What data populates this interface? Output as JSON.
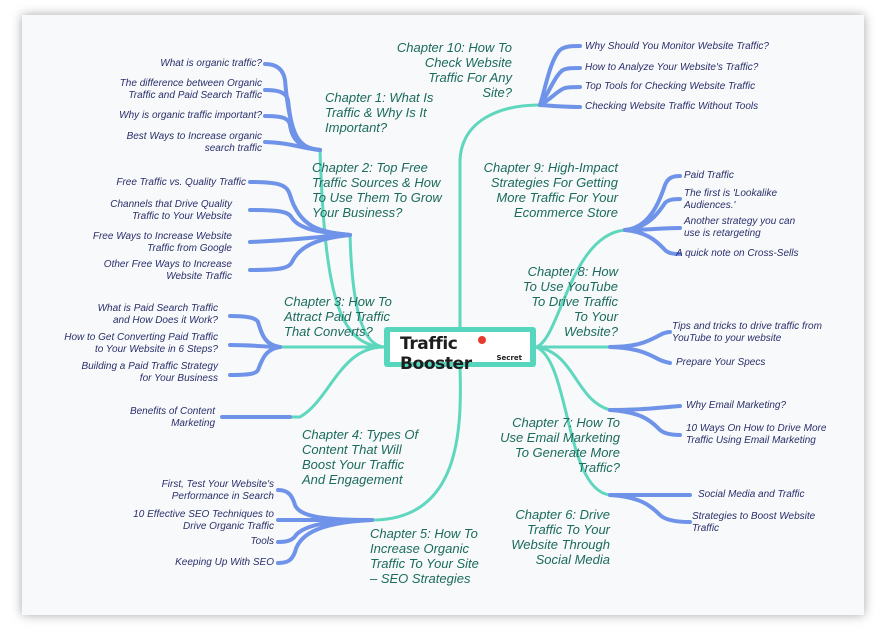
{
  "colors": {
    "branch": "#5fd7be",
    "leaf": "#6f93e8",
    "chapter_text": "#1c6b5d",
    "leaf_text": "#2b2f6b"
  },
  "center": {
    "title": "Traffic Booster",
    "subtitle": "Secret"
  },
  "chapters": {
    "ch1": {
      "label": "Chapter 1: What Is\nTraffic & Why Is It\nImportant?",
      "items": [
        "What is organic traffic?",
        "The difference between Organic\nTraffic and Paid Search Traffic",
        "Why is organic traffic important?",
        "Best Ways to Increase organic\nsearch traffic"
      ]
    },
    "ch2": {
      "label": "Chapter 2: Top Free\nTraffic Sources & How\nTo Use Them To Grow\nYour Business?",
      "items": [
        "Free Traffic vs. Quality Traffic",
        "Channels that Drive Quality\nTraffic to Your Website",
        "Free Ways to Increase Website\nTraffic from Google",
        "Other Free Ways to Increase\nWebsite Traffic"
      ]
    },
    "ch3": {
      "label": "Chapter 3: How To\nAttract Paid Traffic\nThat Converts?",
      "items": [
        "What is Paid Search Traffic\nand How Does it Work?",
        "How to Get Converting Paid Traffic\nto Your Website in 6 Steps?",
        "Building a Paid Traffic Strategy\nfor Your Business"
      ]
    },
    "ch4": {
      "label": "Chapter 4: Types Of\nContent That Will\nBoost Your Traffic\nAnd Engagement",
      "items": [
        "Benefits of Content\nMarketing"
      ]
    },
    "ch5": {
      "label": "Chapter 5: How To\nIncrease Organic\nTraffic To Your Site\n– SEO Strategies",
      "items": [
        "First, Test Your Website's\nPerformance in Search",
        "10 Effective SEO Techniques to\nDrive Organic Traffic",
        "Tools",
        "Keeping Up With SEO"
      ]
    },
    "ch6": {
      "label": "Chapter 6: Drive\nTraffic To Your\nWebsite Through\nSocial Media",
      "items": [
        "Social Media and Traffic",
        "Strategies to Boost Website\nTraffic"
      ]
    },
    "ch7": {
      "label": "Chapter 7: How To\nUse Email Marketing\nTo Generate More\nTraffic?",
      "items": [
        "Why Email Marketing?",
        "10 Ways On How to Drive More\nTraffic Using Email Marketing"
      ]
    },
    "ch8": {
      "label": "Chapter 8: How\nTo Use YouTube\nTo Drive Traffic\nTo Your\nWebsite?",
      "items": [
        "Tips and tricks to drive traffic from\nYouTube to your website",
        "Prepare Your Specs"
      ]
    },
    "ch9": {
      "label": "Chapter 9: High-Impact\nStrategies For Getting\nMore Traffic For Your\nEcommerce Store",
      "items": [
        "Paid Traffic",
        "The first is 'Lookalike\nAudiences.'",
        "Another strategy you can\nuse is retargeting",
        "A quick note on Cross-Sells"
      ]
    },
    "ch10": {
      "label": "Chapter 10: How To\nCheck Website\nTraffic For Any\nSite?",
      "items": [
        "Why Should You Monitor Website Traffic?",
        "How to Analyze Your Website's Traffic?",
        "Top Tools for Checking Website Traffic",
        "Checking Website Traffic Without Tools"
      ]
    }
  }
}
